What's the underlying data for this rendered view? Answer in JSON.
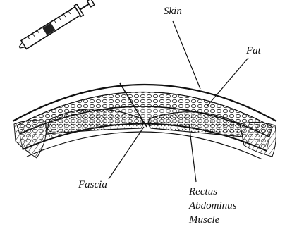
{
  "labels": {
    "skin": "Skin",
    "fat": "Fat",
    "fascia": "Fascia",
    "rectus_line1": "Rectus",
    "rectus_line2": "Abdominus",
    "rectus_line3": "Muscle"
  },
  "colors": {
    "ink": "#111111",
    "background": "#ffffff"
  }
}
